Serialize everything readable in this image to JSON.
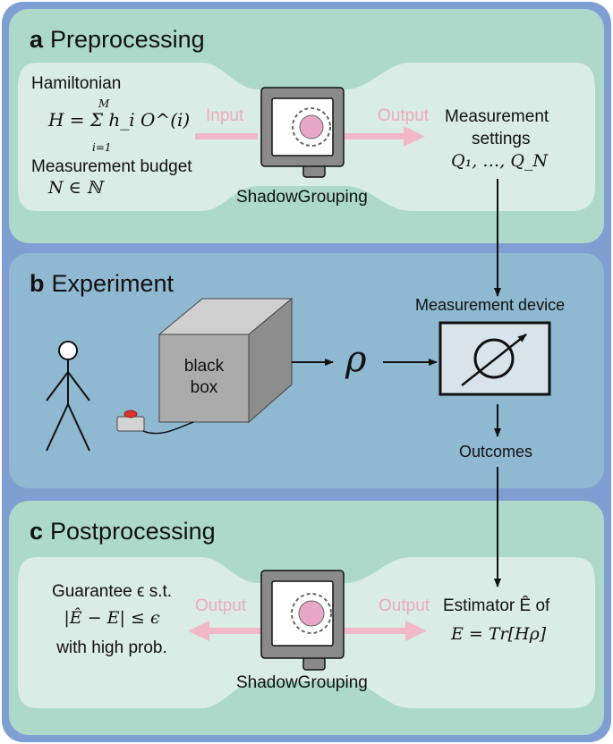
{
  "panels": {
    "a": {
      "letter": "a",
      "title": "Preprocessing"
    },
    "b": {
      "letter": "b",
      "title": "Experiment"
    },
    "c": {
      "letter": "c",
      "title": "Postprocessing"
    }
  },
  "preprocessing": {
    "hamiltonian_label": "Hamiltonian",
    "hamiltonian_formula": "H = Σ h_i O^(i)",
    "sum_upper": "M",
    "sum_lower": "i=1",
    "budget_label": "Measurement budget",
    "budget_formula": "N ∈ ℕ",
    "input_label": "Input",
    "output_label": "Output",
    "device_label": "ShadowGrouping",
    "settings_label_1": "Measurement",
    "settings_label_2": "settings",
    "settings_formula": "Q₁, …, Q_N"
  },
  "experiment": {
    "black_box_line1": "black",
    "black_box_line2": "box",
    "state_symbol": "ρ",
    "device_label": "Measurement device",
    "outcomes_label": "Outcomes"
  },
  "postprocessing": {
    "guarantee_line1": "Guarantee ϵ s.t.",
    "guarantee_line2": "|Ê − E| ≤ ϵ",
    "guarantee_line3": "with high prob.",
    "output_left": "Output",
    "output_right": "Output",
    "device_label": "ShadowGrouping",
    "estimator_line1": "Estimator Ê of",
    "estimator_line2": "E = Tr[Hρ]"
  },
  "colors": {
    "frame": "#7f9fd3",
    "panel_green": "#acd9c9",
    "band_light": "#d9ece5",
    "panel_blue": "#8fb8d1",
    "pink_arrow": "#f2b8ca",
    "monitor_gray": "#8a8a8a",
    "box_gray": "#a8a8a8",
    "button_red": "#d9332b"
  }
}
